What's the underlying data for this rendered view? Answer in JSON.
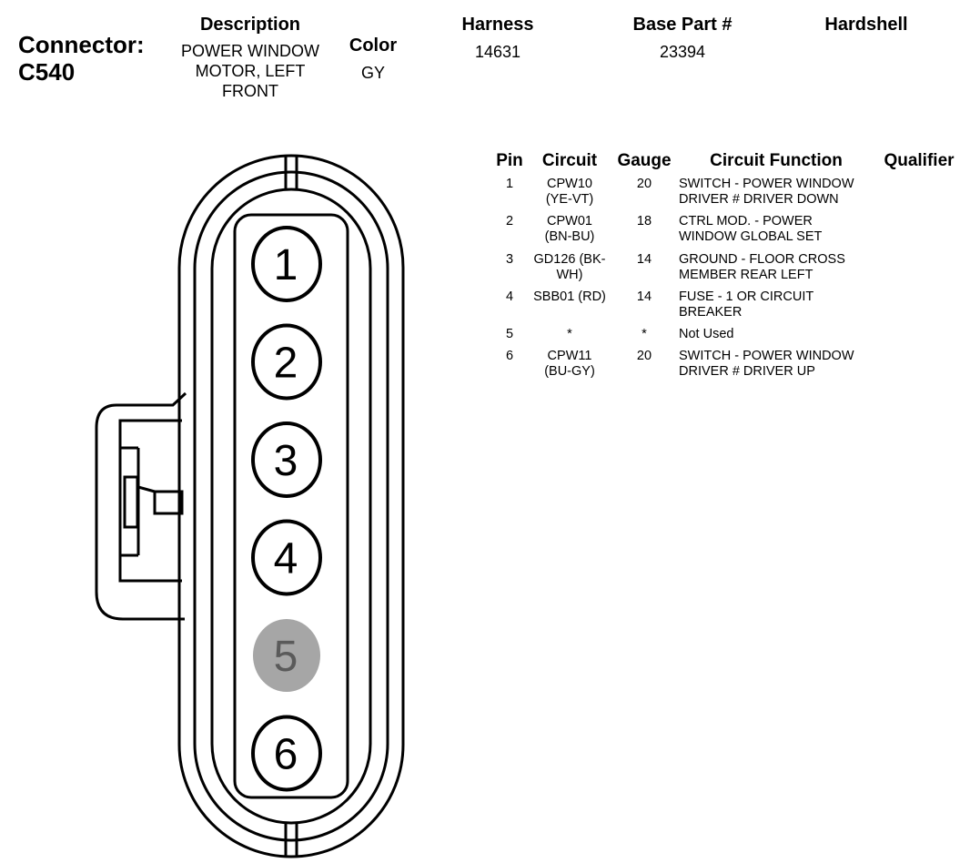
{
  "connector": {
    "label": "Connector:",
    "id": "C540"
  },
  "header": {
    "description_label": "Description",
    "description_value": [
      "POWER WINDOW",
      "MOTOR, LEFT",
      "FRONT"
    ],
    "color_label": "Color",
    "color_value": "GY",
    "harness_label": "Harness",
    "harness_value": "14631",
    "base_part_label": "Base Part #",
    "base_part_value": "23394",
    "hardshell_label": "Hardshell"
  },
  "table": {
    "headers": {
      "pin": "Pin",
      "circuit": "Circuit",
      "gauge": "Gauge",
      "function": "Circuit Function",
      "qualifier": "Qualifier"
    },
    "rows": [
      {
        "pin": "1",
        "circuit": [
          "CPW10",
          "(YE-VT)"
        ],
        "gauge": "20",
        "function": [
          "SWITCH - POWER WINDOW",
          "DRIVER # DRIVER DOWN"
        ]
      },
      {
        "pin": "2",
        "circuit": [
          "CPW01",
          "(BN-BU)"
        ],
        "gauge": "18",
        "function": [
          "CTRL MOD. - POWER",
          "WINDOW GLOBAL SET"
        ]
      },
      {
        "pin": "3",
        "circuit": [
          "GD126 (BK-",
          "WH)"
        ],
        "gauge": "14",
        "function": [
          "GROUND - FLOOR CROSS",
          "MEMBER REAR LEFT"
        ]
      },
      {
        "pin": "4",
        "circuit": [
          "SBB01 (RD)"
        ],
        "gauge": "14",
        "function": [
          "FUSE - 1 OR CIRCUIT",
          "BREAKER"
        ]
      },
      {
        "pin": "5",
        "circuit": [
          "*"
        ],
        "gauge": "*",
        "function": [
          "Not Used"
        ]
      },
      {
        "pin": "6",
        "circuit": [
          "CPW11",
          "(BU-GY)"
        ],
        "gauge": "20",
        "function": [
          "SWITCH - POWER WINDOW",
          "DRIVER # DRIVER UP"
        ]
      }
    ]
  },
  "diagram": {
    "pins": [
      {
        "label": "1",
        "used": true
      },
      {
        "label": "2",
        "used": true
      },
      {
        "label": "3",
        "used": true
      },
      {
        "label": "4",
        "used": true
      },
      {
        "label": "5",
        "used": false
      },
      {
        "label": "6",
        "used": true
      }
    ],
    "colors": {
      "stroke": "#000000",
      "unused_fill": "#a6a6a6",
      "unused_text": "#5a5a5a"
    }
  }
}
